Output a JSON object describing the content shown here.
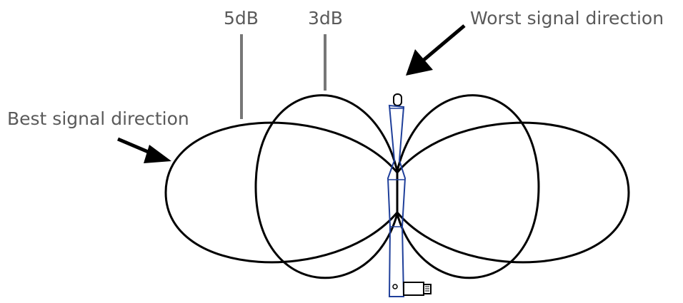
{
  "diagram": {
    "labels": {
      "five_db": "5dB",
      "three_db": "3dB",
      "worst": "Worst signal direction",
      "best": "Best signal direction"
    },
    "colors": {
      "lobe": "#000000",
      "text": "#5a5a5a",
      "leader_line": "#777777",
      "arrow": "#000000",
      "antenna": "#1f3f9a"
    },
    "icons": [
      "antenna-icon",
      "usb-plug-icon",
      "arrow-icon"
    ]
  }
}
